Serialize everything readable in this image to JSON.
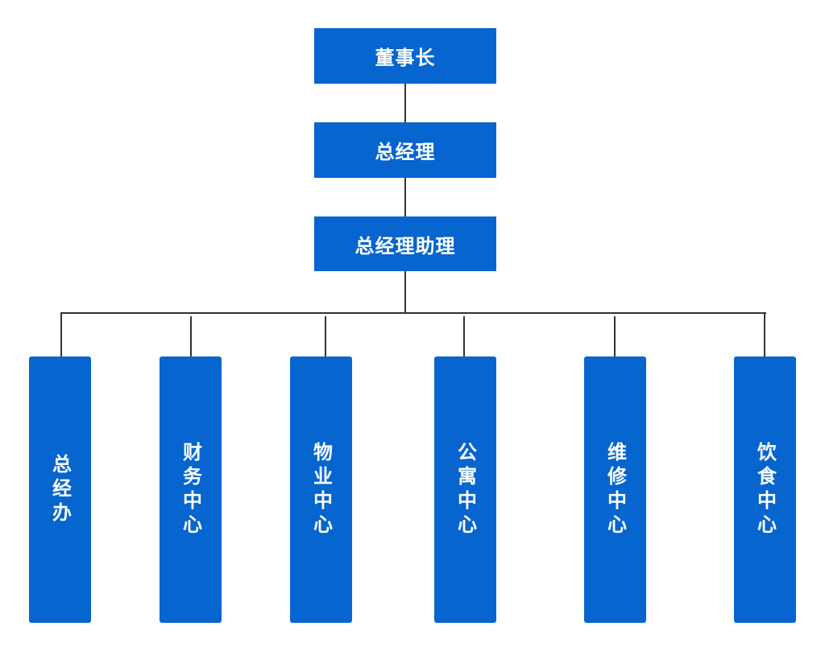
{
  "chart": {
    "chairman": "董事长",
    "general_manager": "总经理",
    "assistant_general_manager": "总经理助理",
    "departments": [
      "总经办",
      "财务中心",
      "物业中心",
      "公寓中心",
      "维修中心",
      "饮食中心"
    ]
  },
  "colors": {
    "box_fill": "#0665cf",
    "box_text": "#ffffff",
    "connector": "#333333"
  }
}
